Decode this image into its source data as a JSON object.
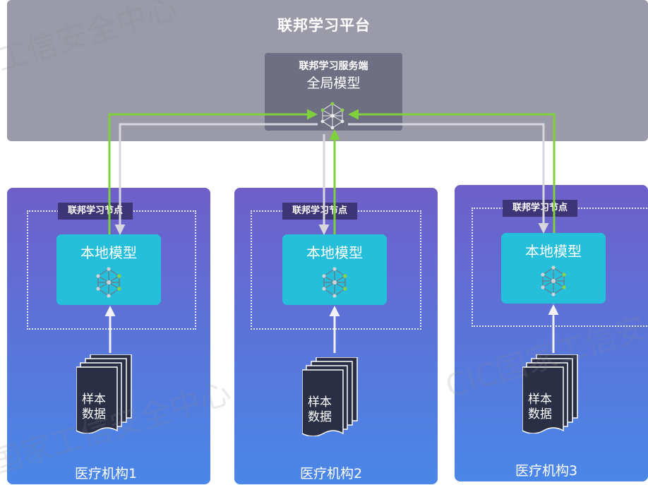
{
  "platform": {
    "title": "联邦学习平台",
    "server_subtitle": "联邦学习服务端",
    "server_title": "全局模型"
  },
  "institutions": [
    {
      "node_tag": "联邦学习节点",
      "local_model": "本地模型",
      "sample_line1": "样本",
      "sample_line2": "数据",
      "name": "医疗机构1"
    },
    {
      "node_tag": "联邦学习节点",
      "local_model": "本地模型",
      "sample_line1": "样本",
      "sample_line2": "数据",
      "name": "医疗机构2"
    },
    {
      "node_tag": "联邦学习节点",
      "local_model": "本地模型",
      "sample_line1": "样本",
      "sample_line2": "数据",
      "name": "医疗机构3"
    }
  ],
  "watermarks": {
    "top_left": "工信安全中心",
    "bottom_left": "国家工信安全中心",
    "right": "CIC国家工信安"
  },
  "colors": {
    "platform": "#9a9aa8",
    "server": "#6f6f84",
    "local_model": "#25bfdb",
    "upload_arrow": "#7fd13b",
    "download_arrow": "#d6d6dc",
    "node_tag": "#3e3478"
  }
}
